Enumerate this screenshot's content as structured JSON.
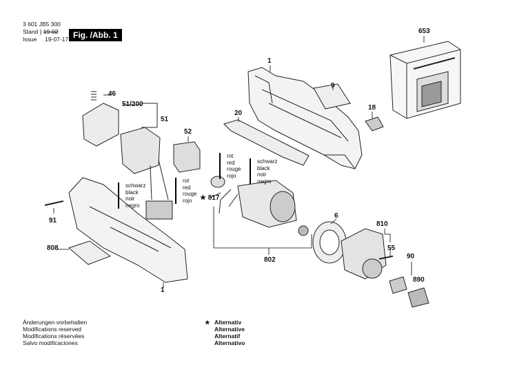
{
  "header": {
    "doc_number": "3 601 JB5 300",
    "stand_label": "Stand",
    "stand_value": "19-02",
    "issue_label": "Issue",
    "issue_value": "19-07-17",
    "figure_label": "Fig. /Abb. 1"
  },
  "parts": {
    "p653": "653",
    "p1_top": "1",
    "p46": "46",
    "p51_200": "51/200",
    "p51": "51",
    "p9": "9",
    "p20": "20",
    "p18": "18",
    "p52": "52",
    "p817": "★ 817",
    "p91": "91",
    "p6": "6",
    "p810": "810",
    "p808": "808",
    "p802": "802",
    "p55": "55",
    "p90": "90",
    "p890": "890",
    "p1_bottom": "1"
  },
  "wire_notes": {
    "black_left": "schwarz\nblack\nnoir\nnegro",
    "red_left": "rot\nred\nrouge\nrojo",
    "red_right": "rot\nred\nrouge\nrojo",
    "black_right": "schwarz\nblack\nnoir\nnegro"
  },
  "footer": {
    "changes": [
      "Änderungen vorbehalten",
      "Modifications reserved",
      "Modifications réservées",
      "Salvo modificaciones"
    ],
    "alternative": [
      "Alternativ",
      "Alternative",
      "Alternatif",
      "Alternativo"
    ],
    "star": "★"
  }
}
